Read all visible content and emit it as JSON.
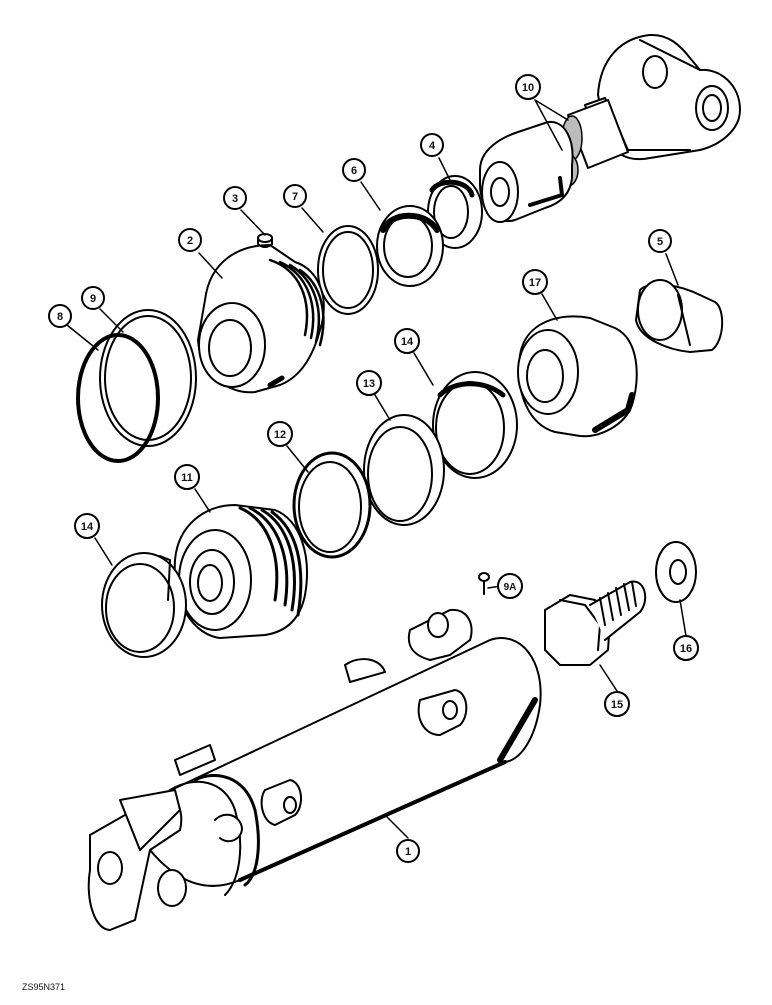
{
  "drawing_code": "ZS95N371",
  "callouts": {
    "c1": "1",
    "c2": "2",
    "c3": "3",
    "c4": "4",
    "c5": "5",
    "c6": "6",
    "c7": "7",
    "c8": "8",
    "c9": "9",
    "c9a": "9A",
    "c10": "10",
    "c11": "11",
    "c12": "12",
    "c13": "13",
    "c14a": "14",
    "c14b": "14",
    "c15": "15",
    "c16": "16",
    "c17": "17"
  }
}
